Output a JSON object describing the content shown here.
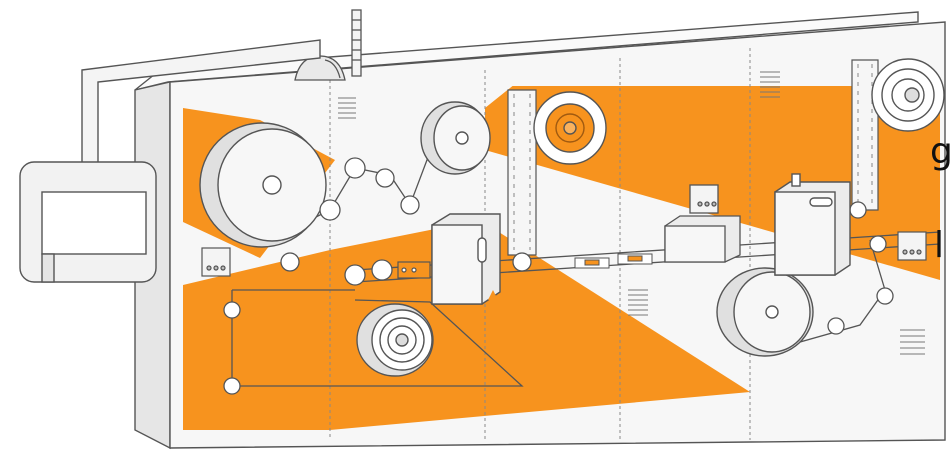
{
  "edge_text": {
    "top_glyph": "g",
    "bottom_glyph": "l"
  },
  "colors": {
    "accent": "#f7931e",
    "panel": "#f3f3f3",
    "stroke": "#555555",
    "roll_shadow": "#e0e0e0"
  },
  "components": [
    "control-panel-monitor",
    "signal-tower",
    "dome-sensor",
    "unwind-roll",
    "rewind-roll",
    "laminating-roll-upper",
    "label-roll-lower",
    "carrier-web-roll",
    "orange-material-roll",
    "processing-unit-center",
    "processing-unit-right",
    "waste-roll-right",
    "inspection-station",
    "dispenser-table"
  ]
}
